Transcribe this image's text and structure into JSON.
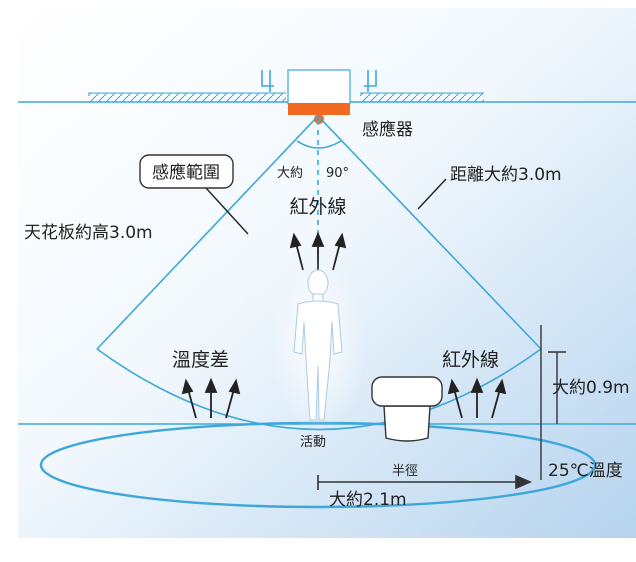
{
  "labels": {
    "sensor": "感應器",
    "detection_range": "感應範圍",
    "angle_prefix": "大約",
    "angle_value": "90°",
    "distance": "距離大約3.0m",
    "ceiling_height": "天花板約高3.0m",
    "infrared_center": "紅外線",
    "temperature_diff": "溫度差",
    "infrared_right": "紅外線",
    "height_approx": "大約0.9m",
    "activity": "活動",
    "radius": "半徑",
    "radius_value": "大約2.1m",
    "ambient_temp": "25℃溫度"
  },
  "colors": {
    "line": "#3ea7d9",
    "sensor": "#f26a1f",
    "text": "#222222",
    "figure": "#ffffff",
    "background_top": "#ffffff",
    "background_bottom": "#b9d6ef"
  }
}
